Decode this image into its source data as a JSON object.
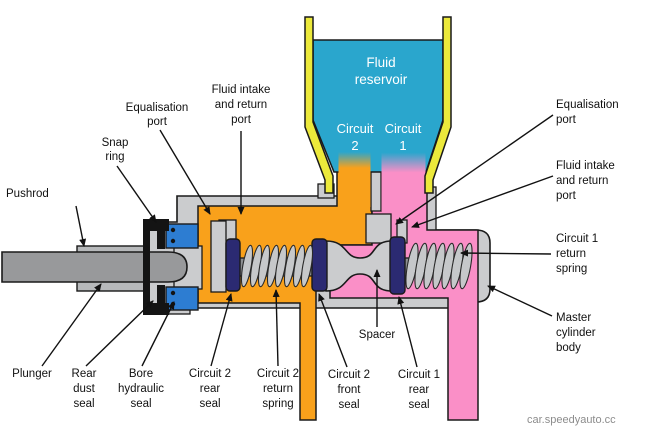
{
  "watermark": "car.speedyauto.cc",
  "colors": {
    "background": "#ffffff",
    "reservoir_teal": "#2aa6cd",
    "circuit2_orange": "#f9a11b",
    "circuit1_pink": "#fa8fc7",
    "reservoir_yellow": "#ece93b",
    "bore_seal_blue": "#2d7dd2",
    "seal_navy": "#2b2a72",
    "body_gray": "#cbccce",
    "pushrod_gray": "#98999b",
    "outline_black": "#1a1a1a",
    "label_text": "#111111",
    "diagram_text": "#ffffff",
    "watermark_gray": "#8c8c8c"
  },
  "reservoir": {
    "title_lines": [
      "Fluid",
      "reservoir"
    ],
    "circuit2_lines": [
      "Circuit",
      "2"
    ],
    "circuit1_lines": [
      "Circuit",
      "1"
    ]
  },
  "labels": {
    "pushrod": {
      "lines": [
        "Pushrod"
      ]
    },
    "snap_ring": {
      "lines": [
        "Snap",
        "ring"
      ]
    },
    "equalisation_port_left": {
      "lines": [
        "Equalisation",
        "port"
      ]
    },
    "fluid_intake_left": {
      "lines": [
        "Fluid intake",
        "and return",
        "port"
      ]
    },
    "equalisation_port_right": {
      "lines": [
        "Equalisation",
        "port"
      ]
    },
    "fluid_intake_right": {
      "lines": [
        "Fluid intake",
        "and return",
        "port"
      ]
    },
    "circuit1_return_spring": {
      "lines": [
        "Circuit 1",
        "return",
        "spring"
      ]
    },
    "master_cylinder_body": {
      "lines": [
        "Master",
        "cylinder",
        "body"
      ]
    },
    "plunger": {
      "lines": [
        "Plunger"
      ]
    },
    "rear_dust_seal": {
      "lines": [
        "Rear",
        "dust",
        "seal"
      ]
    },
    "bore_hydraulic_seal": {
      "lines": [
        "Bore",
        "hydraulic",
        "seal"
      ]
    },
    "circuit2_rear_seal": {
      "lines": [
        "Circuit 2",
        "rear",
        "seal"
      ]
    },
    "circuit2_return_spring": {
      "lines": [
        "Circuit 2",
        "return",
        "spring"
      ]
    },
    "circuit2_front_seal": {
      "lines": [
        "Circuit 2",
        "front",
        "seal"
      ]
    },
    "spacer": {
      "lines": [
        "Spacer"
      ]
    },
    "circuit1_rear_seal": {
      "lines": [
        "Circuit 1",
        "rear",
        "seal"
      ]
    }
  }
}
